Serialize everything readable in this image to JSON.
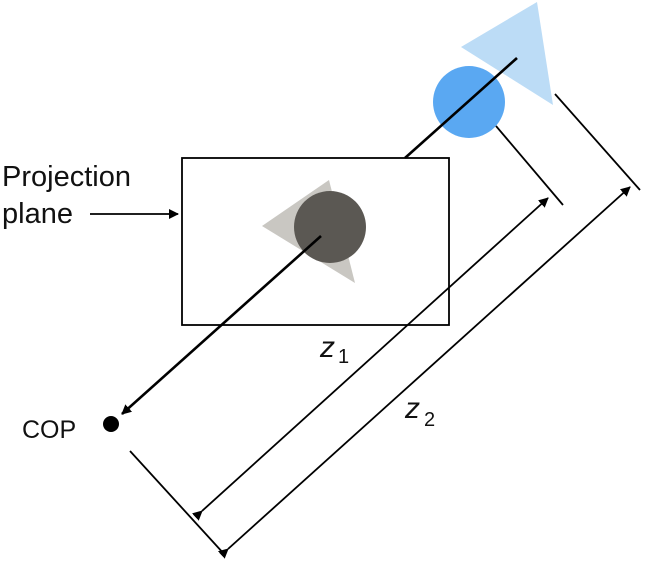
{
  "labels": {
    "projection_plane_line1": "Projection",
    "projection_plane_line2": "plane",
    "cop": "COP",
    "z1_var": "z",
    "z1_sub": "1",
    "z2_var": "z",
    "z2_sub": "2"
  },
  "colors": {
    "far_triangle": "#bcdcf6",
    "far_circle": "#5aa8f2",
    "projected_triangle": "#c9c7c2",
    "projected_circle": "#5b5853",
    "ink": "#000000"
  }
}
